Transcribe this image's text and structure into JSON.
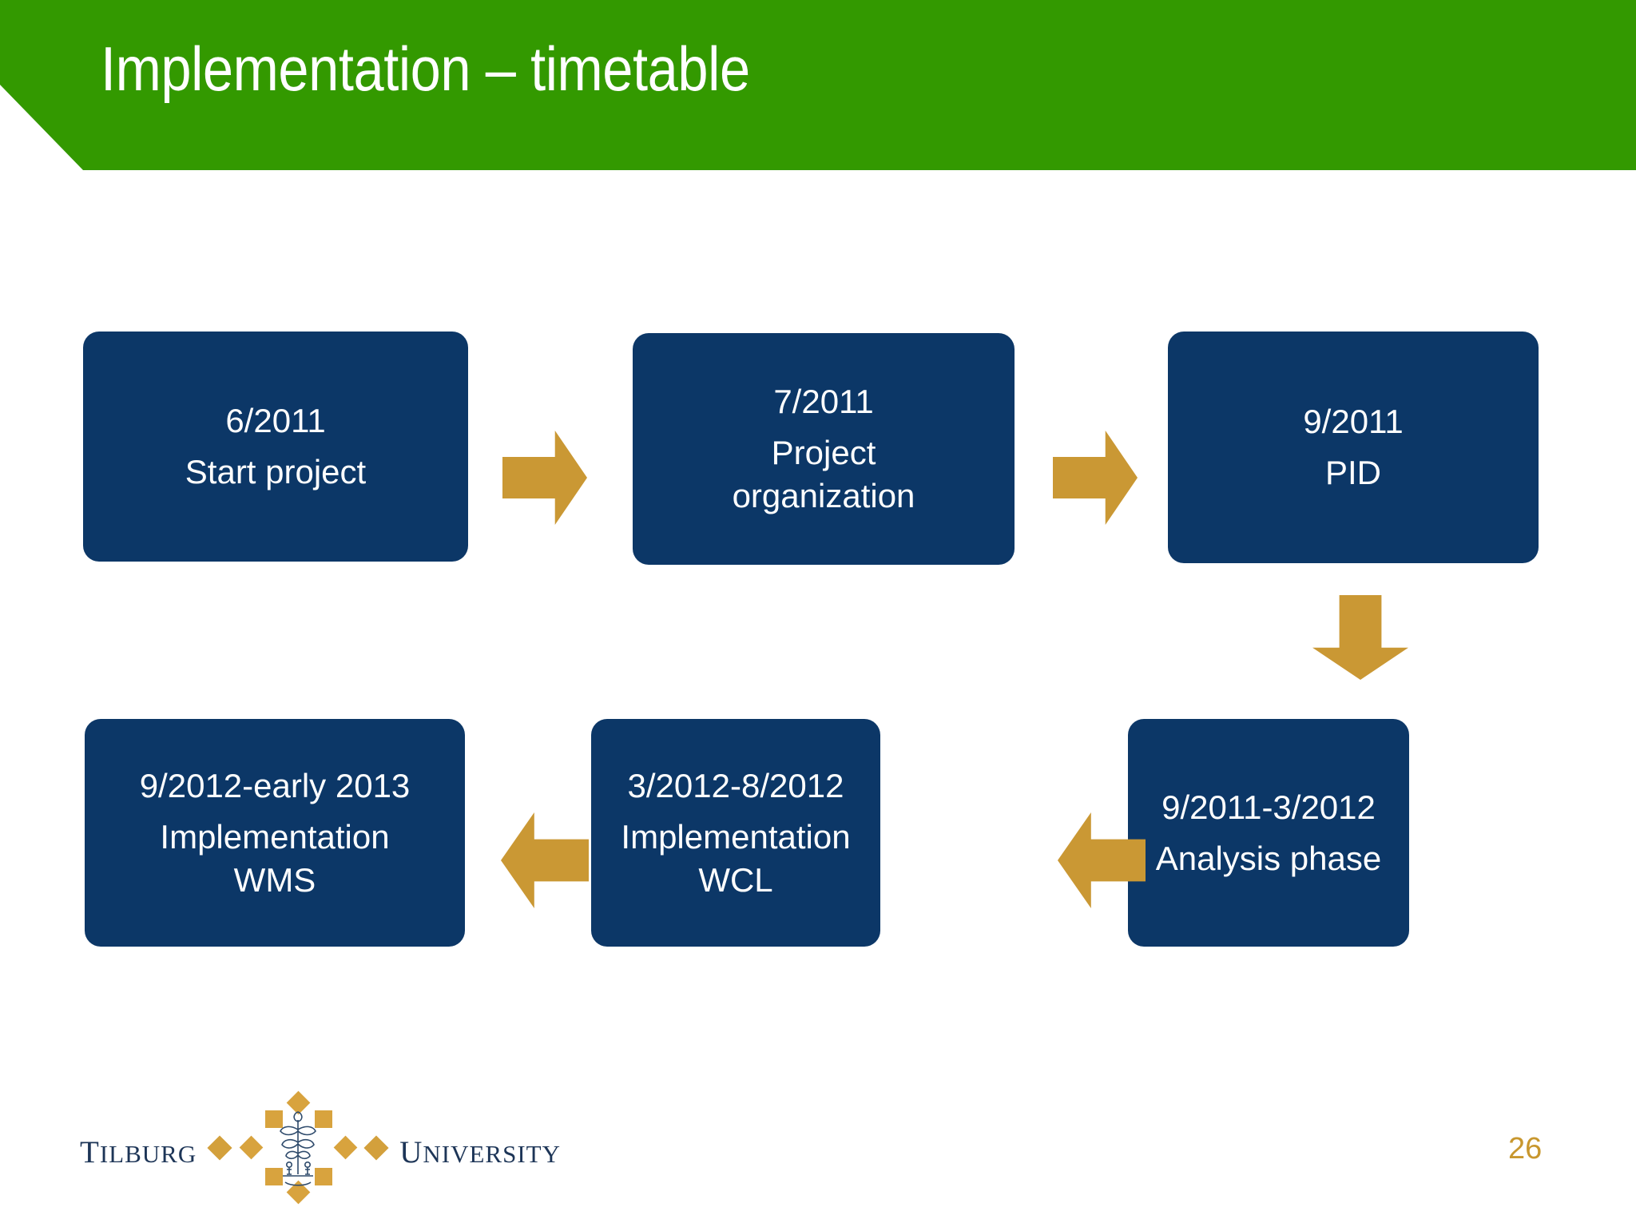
{
  "slide": {
    "title": "Implementation – timetable",
    "page_number": "26",
    "colors": {
      "header_green": "#339900",
      "box_navy": "#0c3767",
      "arrow_gold": "#ca9834",
      "page_number_gold": "#c8972e",
      "logo_navy": "#1d3557",
      "logo_gold": "#d8a33e",
      "background": "#ffffff"
    }
  },
  "diagram": {
    "type": "flowchart",
    "boxes": [
      {
        "id": "box-1",
        "date": "6/2011",
        "label_line1": "Start project",
        "label_line2": ""
      },
      {
        "id": "box-2",
        "date": "7/2011",
        "label_line1": "Project",
        "label_line2": "organization"
      },
      {
        "id": "box-3",
        "date": "9/2011",
        "label_line1": "PID",
        "label_line2": ""
      },
      {
        "id": "box-4",
        "date": "9/2012-early 2013",
        "label_line1": "Implementation",
        "label_line2": "WMS"
      },
      {
        "id": "box-5",
        "date": "3/2012-8/2012",
        "label_line1": "Implementation",
        "label_line2": "WCL"
      },
      {
        "id": "box-6",
        "date": "9/2011-3/2012",
        "label_line1": "Analysis phase",
        "label_line2": ""
      }
    ],
    "arrows": [
      {
        "id": "arrow-1",
        "direction": "right",
        "from": "box-1",
        "to": "box-2"
      },
      {
        "id": "arrow-2",
        "direction": "right",
        "from": "box-2",
        "to": "box-3"
      },
      {
        "id": "arrow-3",
        "direction": "down",
        "from": "box-3",
        "to": "box-6"
      },
      {
        "id": "arrow-4",
        "direction": "left",
        "from": "box-6",
        "to": "box-5"
      },
      {
        "id": "arrow-5",
        "direction": "left",
        "from": "box-5",
        "to": "box-4"
      }
    ]
  },
  "logo": {
    "word_left": "Tilburg",
    "word_right": "University",
    "crest_icon": "tree-crest-icon"
  }
}
